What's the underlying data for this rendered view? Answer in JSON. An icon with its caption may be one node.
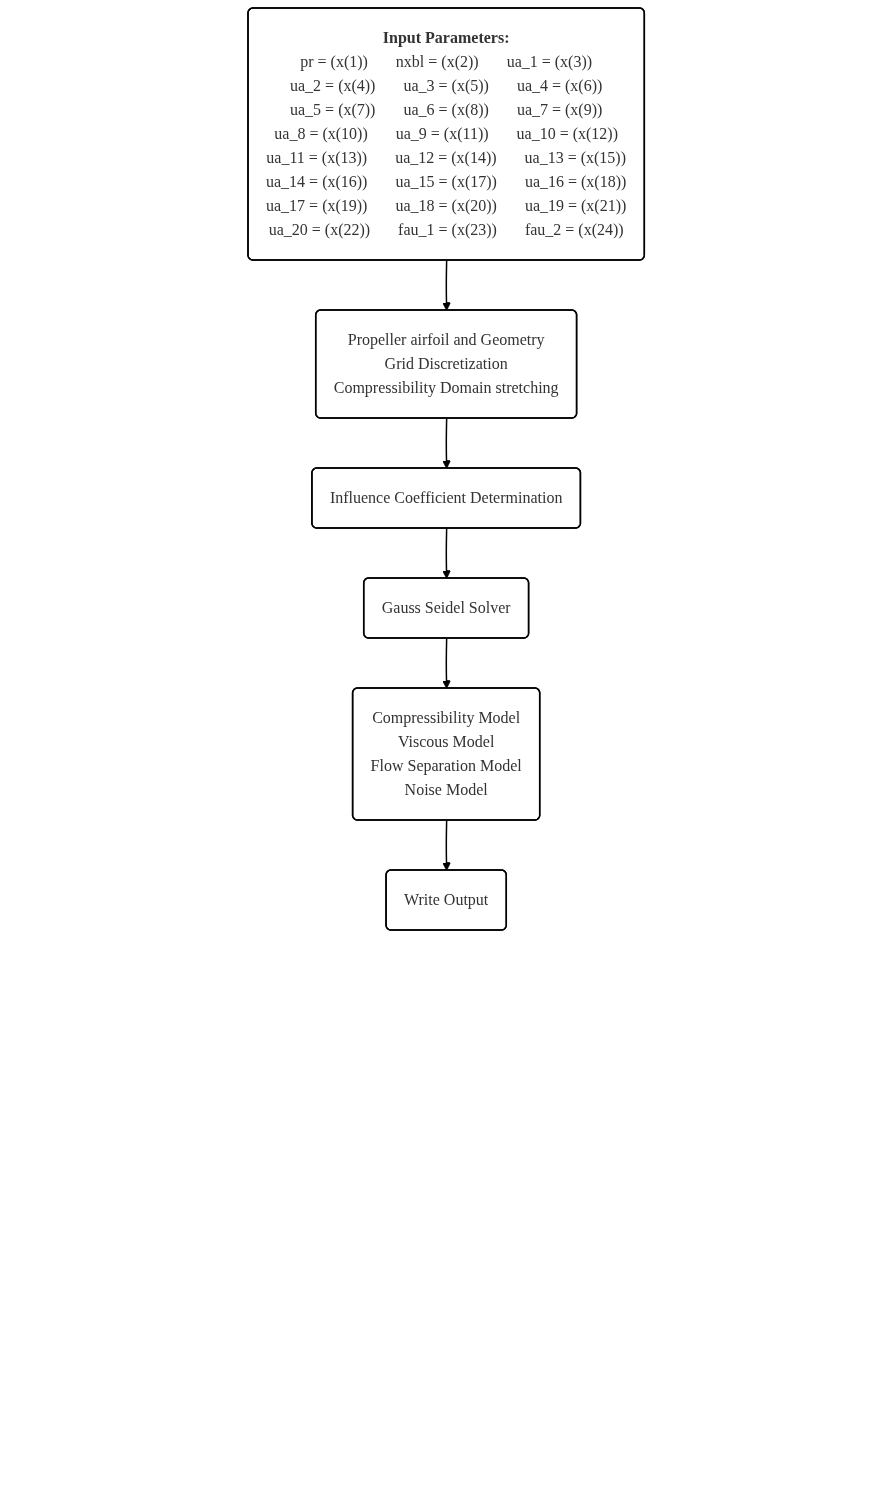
{
  "diagram": {
    "nodes": [
      {
        "text": [
          "Input Parameters:",
          "pr = (x(1))",
          "nxbl = (x(2))",
          "ua_1 = (x(3))",
          "ua_2 = (x(4))",
          "ua_3 = (x(5))",
          "ua_4 = (x(6))",
          "ua_5 = (x(7))",
          "ua_6 = (x(8))",
          "ua_7 = (x(9))",
          "ua_8 = (x(10))",
          "ua_9 = (x(11))",
          "ua_10 = (x(12))",
          "ua_11 = (x(13))",
          "ua_12 = (x(14))",
          "ua_13 = (x(15))",
          "ua_14 = (x(16))",
          "ua_15 = (x(17))",
          "ua_16 = (x(18))",
          "ua_17 = (x(19))",
          "ua_18 = (x(20))",
          "ua_19 = (x(21))",
          "ua_20 = (x(22))",
          "fau_1 = (x(23))",
          "fau_2 = (x(24))"
        ]
      },
      {
        "text": [
          "Propeller airfoil and Geometry",
          "Grid Discretization",
          "Compressibility Domain stretching"
        ]
      },
      {
        "text": [
          "Influence Coefficient Determination"
        ]
      },
      {
        "text": [
          "Gauss Seidel Solver"
        ]
      },
      {
        "text": [
          "Compressibility Model",
          "Viscous Model",
          "Flow Separation Model",
          "Noise Model"
        ]
      },
      {
        "text": [
          "Write Output"
        ]
      }
    ],
    "edges": [
      {
        "from": 0,
        "to": 1,
        "arrow": "to"
      },
      {
        "from": 1,
        "to": 2,
        "arrow": "to"
      },
      {
        "from": 2,
        "to": 3,
        "arrow": "to"
      },
      {
        "from": 3,
        "to": 4,
        "arrow": "to"
      },
      {
        "from": 4,
        "to": 5,
        "arrow": "to"
      }
    ]
  }
}
